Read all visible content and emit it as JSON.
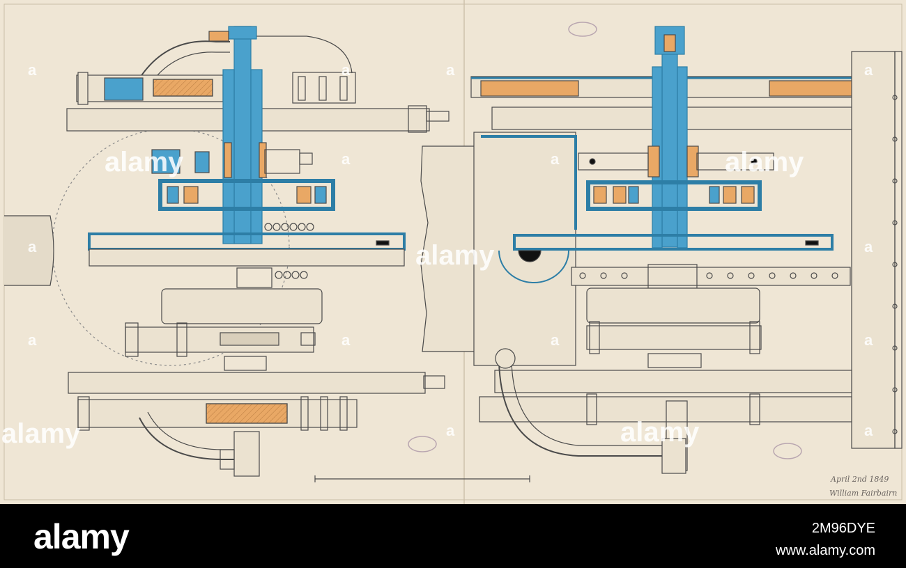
{
  "watermark": {
    "text": "alamy"
  },
  "signature": {
    "line1": "April 2nd 1849",
    "line2": "William Fairbairn"
  },
  "footer": {
    "brand": "alamy",
    "image_id": "2M96DYE",
    "url": "www.alamy.com"
  },
  "colors": {
    "paper": "#efe6d5",
    "ink": "#4a4a4a",
    "blue_wash": "#4aa1cc",
    "orange_wash": "#e9a865",
    "footer_bg": "#000000"
  }
}
